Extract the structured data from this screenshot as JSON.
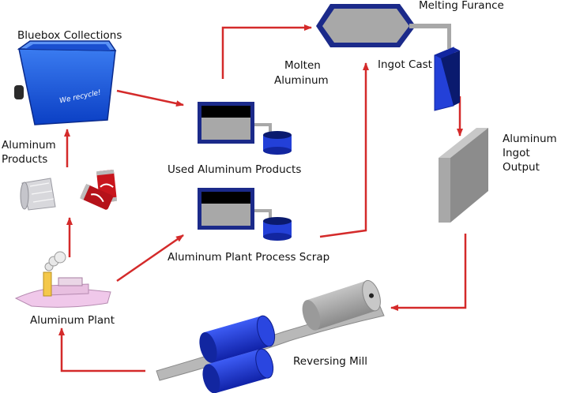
{
  "colors": {
    "arrow": "#d42a2a",
    "navy": "#1b2a8a",
    "blue": "#2340d8",
    "gray": "#a8a8a8",
    "dark_gray": "#6e6e6e"
  },
  "labels": {
    "bluebox_collections": "Bluebox Collections",
    "bin_print": "We recycle!",
    "aluminum_products": [
      "Aluminum",
      "Products"
    ],
    "aluminum_plant": "Aluminum Plant",
    "used_aluminum_products": "Used Aluminum Products",
    "process_scrap": "Aluminum Plant Process Scrap",
    "molten_aluminum": [
      "Molten",
      "Aluminum"
    ],
    "melting_furnace": "Melting Furance",
    "ingot_cast": "Ingot Cast",
    "ingot_output": [
      "Aluminum",
      "Ingot",
      "Output"
    ],
    "reversing_mill": "Reversing Mill"
  },
  "icons": {
    "recycling_bin": "blue-recycling-bin-icon",
    "foil_roll": "aluminum-foil-icon",
    "cans": "soda-cans-icon",
    "plant": "aluminum-plant-icon",
    "shredder_used": "shredder-machine-icon",
    "shredder_scrap": "shredder-machine-icon",
    "furnace": "melting-furnace-icon",
    "ingot_cast": "ingot-cast-icon",
    "ingot": "ingot-block-icon",
    "mill": "reversing-mill-icon"
  }
}
